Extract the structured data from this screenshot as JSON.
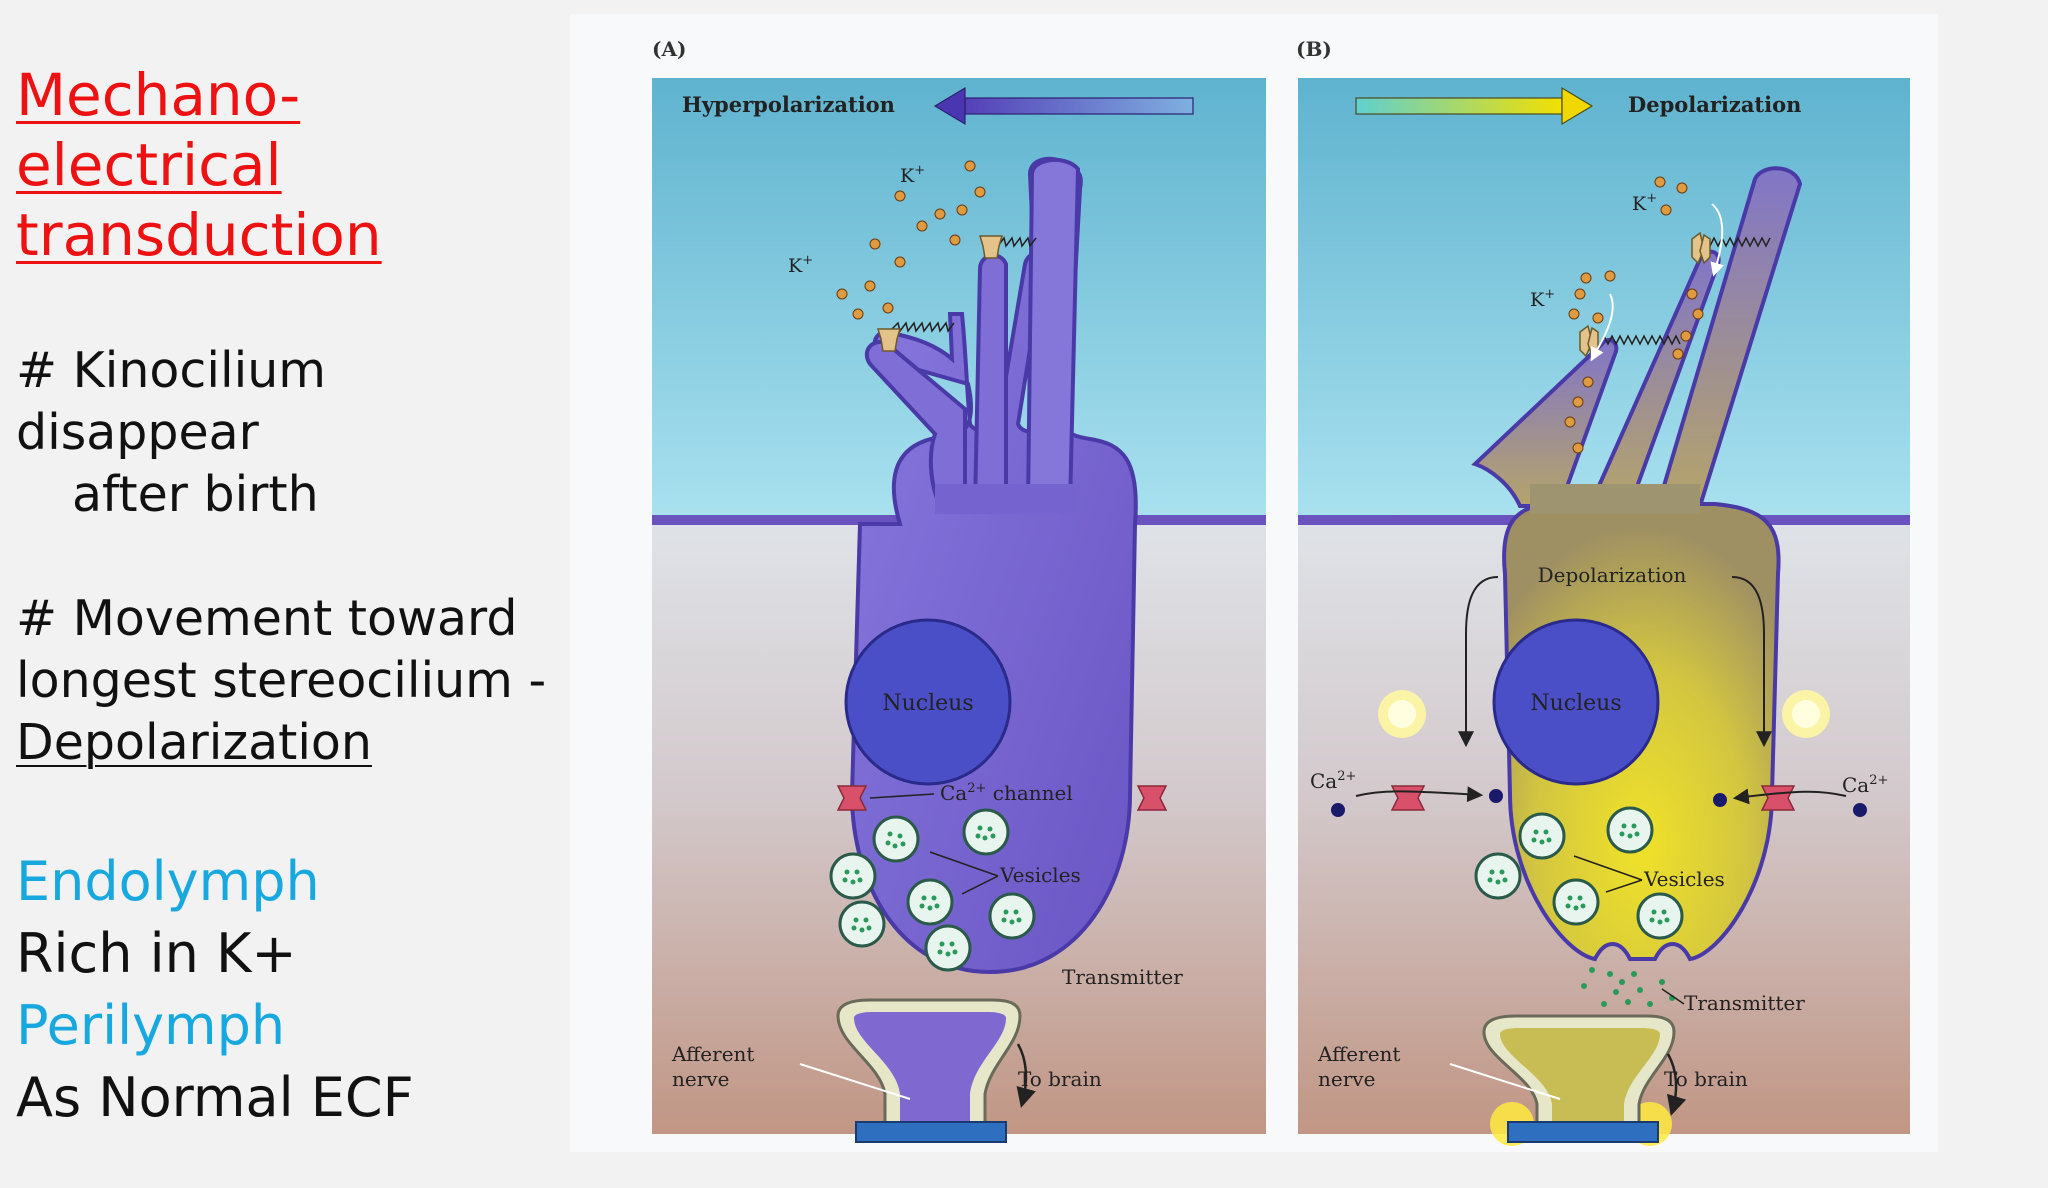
{
  "slide": {
    "title_line1": "Mechano-electrical",
    "title_line2": "transduction",
    "point1_line1": "# Kinocilium disappear",
    "point1_line2": "after birth",
    "point2_line1": "# Movement toward",
    "point2_line2": "longest stereocilium -",
    "point2_line3": "Depolarization",
    "endolymph_label": "Endolymph",
    "endolymph_desc": "Rich in K+",
    "perilymph_label": "Perilymph",
    "perilymph_desc": "As Normal ECF"
  },
  "figure": {
    "panel_a": {
      "tag": "(A)",
      "header": "Hyperpolarization",
      "k_label_1": "K",
      "k_label_2": "K",
      "nucleus": "Nucleus",
      "ca_channel": "Ca",
      "ca_channel_rest": " channel",
      "vesicles": "Vesicles",
      "transmitter": "Transmitter",
      "afferent_1": "Afferent",
      "afferent_2": "nerve",
      "to_brain": "To brain"
    },
    "panel_b": {
      "tag": "(B)",
      "header": "Depolarization",
      "k_label_1": "K",
      "k_label_2": "K",
      "depolarization_inner": "Depolarization",
      "nucleus": "Nucleus",
      "ca_left": "Ca",
      "ca_right": "Ca",
      "vesicles": "Vesicles",
      "transmitter": "Transmitter",
      "afferent_1": "Afferent",
      "afferent_2": "nerve",
      "to_brain": "To brain"
    },
    "superscript_plus": "+",
    "superscript_2plus": "2+",
    "colors": {
      "endolymph_top": "#5fb3cf",
      "endolymph_bottom": "#a9e1ef",
      "perilymph_top": "#d6dbe0",
      "perilymph_bottom": "#c39a88",
      "cell_purple": "#7b68cf",
      "cell_outline": "#4a3aa8",
      "cell_yellow": "#d9cf3c",
      "ion_orange": "#e09a40",
      "channel_pink": "#d9506a"
    }
  }
}
